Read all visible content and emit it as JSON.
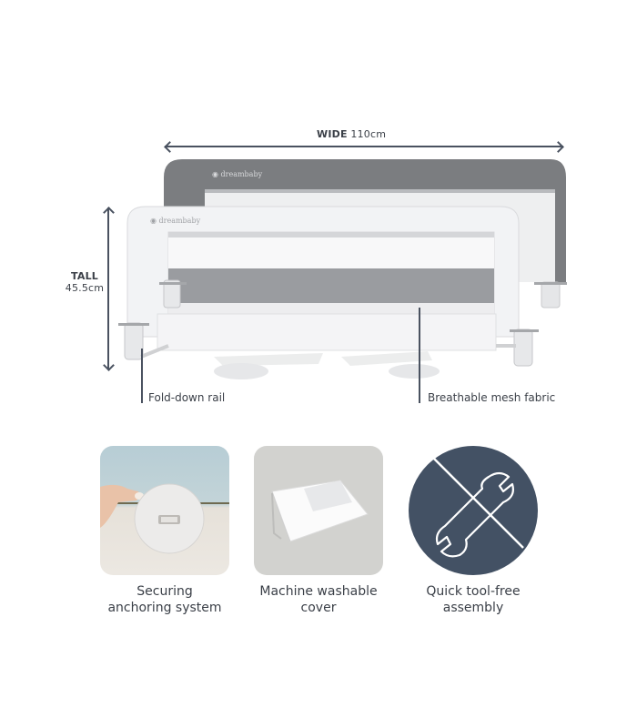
{
  "dimensions": {
    "width_label": "WIDE",
    "width_value": "110cm",
    "height_label": "TALL",
    "height_value": "45.5cm"
  },
  "product": {
    "brand_back": "dreambaby",
    "brand_front": "dreambaby",
    "back_rail_color": "#7b7d80",
    "front_rail_color": "#f2f3f5",
    "mesh_band_color": "#9a9ca0"
  },
  "callouts": [
    {
      "label": "Fold-down rail"
    },
    {
      "label": "Breathable mesh fabric"
    }
  ],
  "features": [
    {
      "line1": "Securing",
      "line2": "anchoring system",
      "icon": "anchor-disc-photo"
    },
    {
      "line1": "Machine washable",
      "line2": "cover",
      "icon": "folded-cover-photo"
    },
    {
      "line1": "Quick tool-free",
      "line2": "assembly",
      "icon": "no-wrench-icon"
    }
  ],
  "colors": {
    "text": "#3a3f47",
    "icon_circle": "#435164"
  }
}
